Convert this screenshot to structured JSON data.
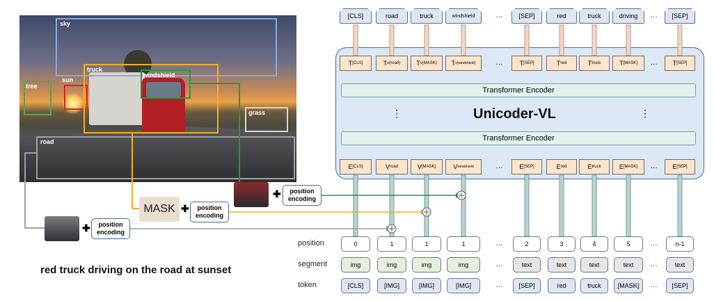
{
  "photo": {
    "boxes": [
      {
        "label": "sky",
        "color": "#8fa6d6"
      },
      {
        "label": "tree",
        "color": "#5aa050"
      },
      {
        "label": "sun",
        "color": "#e02020"
      },
      {
        "label": "truck",
        "color": "#f0b020"
      },
      {
        "label": "windshield",
        "color": "#1f9e3a"
      },
      {
        "label": "grass",
        "color": "#d8d8d8"
      },
      {
        "label": "road",
        "color": "#a0a0a0"
      }
    ]
  },
  "output_tokens": [
    "[CLS]",
    "road",
    "truck",
    "windshield",
    "…",
    "[SEP]",
    "red",
    "truck",
    "driving",
    "…",
    "[SEP]"
  ],
  "top_tokens": [
    {
      "main": "T",
      "sub": "[CLS]"
    },
    {
      "main": "T",
      "sub": "v(road)"
    },
    {
      "main": "T",
      "sub": "v(MASK)"
    },
    {
      "main": "T",
      "sub": "v(windshield)"
    },
    {
      "main": "…",
      "sub": ""
    },
    {
      "main": "T",
      "sub": "[SEP]"
    },
    {
      "main": "T",
      "sub": "red"
    },
    {
      "main": "T",
      "sub": "truck"
    },
    {
      "main": "T",
      "sub": "[MASK]"
    },
    {
      "main": "…",
      "sub": ""
    },
    {
      "main": "T",
      "sub": "[SEP]"
    }
  ],
  "bottom_tokens": [
    {
      "main": "E",
      "sub": "[CLS]"
    },
    {
      "main": "V",
      "sub": "road"
    },
    {
      "main": "V",
      "sub": "[MASK]"
    },
    {
      "main": "V",
      "sub": "windshield"
    },
    {
      "main": "…",
      "sub": ""
    },
    {
      "main": "E",
      "sub": "[SEP]"
    },
    {
      "main": "E",
      "sub": "red"
    },
    {
      "main": "E",
      "sub": "truck"
    },
    {
      "main": "E",
      "sub": "[MASK]"
    },
    {
      "main": "…",
      "sub": ""
    },
    {
      "main": "E",
      "sub": "[SEP]"
    }
  ],
  "encoder": {
    "top_label": "Transformer Encoder",
    "bottom_label": "Transformer Encoder",
    "title": "Unicoder-VL",
    "vdots": "⋮"
  },
  "rows": {
    "position_label": "position",
    "segment_label": "segment",
    "token_label": "token",
    "position": [
      "0",
      "1",
      "1",
      "1",
      "…",
      "2",
      "3",
      "4",
      "5",
      "…",
      "n-1"
    ],
    "segment": [
      "img",
      "img",
      "img",
      "img",
      "…",
      "text",
      "text",
      "text",
      "text",
      "…",
      "text"
    ],
    "token": [
      "[CLS]",
      "[IMG]",
      "[IMG]",
      "[IMG]",
      "…",
      "[SEP]",
      "red",
      "truck",
      "[MASK]",
      "…",
      "[SEP]"
    ]
  },
  "left": {
    "mask_label": "MASK",
    "pos_enc_label": "position encoding",
    "caption": "red truck driving on the road at sunset"
  },
  "colors": {
    "img_segment": "#e4f0dc",
    "text_segment": "#e6e6ea",
    "encoder_bg": "#dce8f6",
    "arrow_green": "#1f9e3a",
    "arrow_orange": "#f0b020",
    "arrow_gray": "#a0a0a0"
  }
}
